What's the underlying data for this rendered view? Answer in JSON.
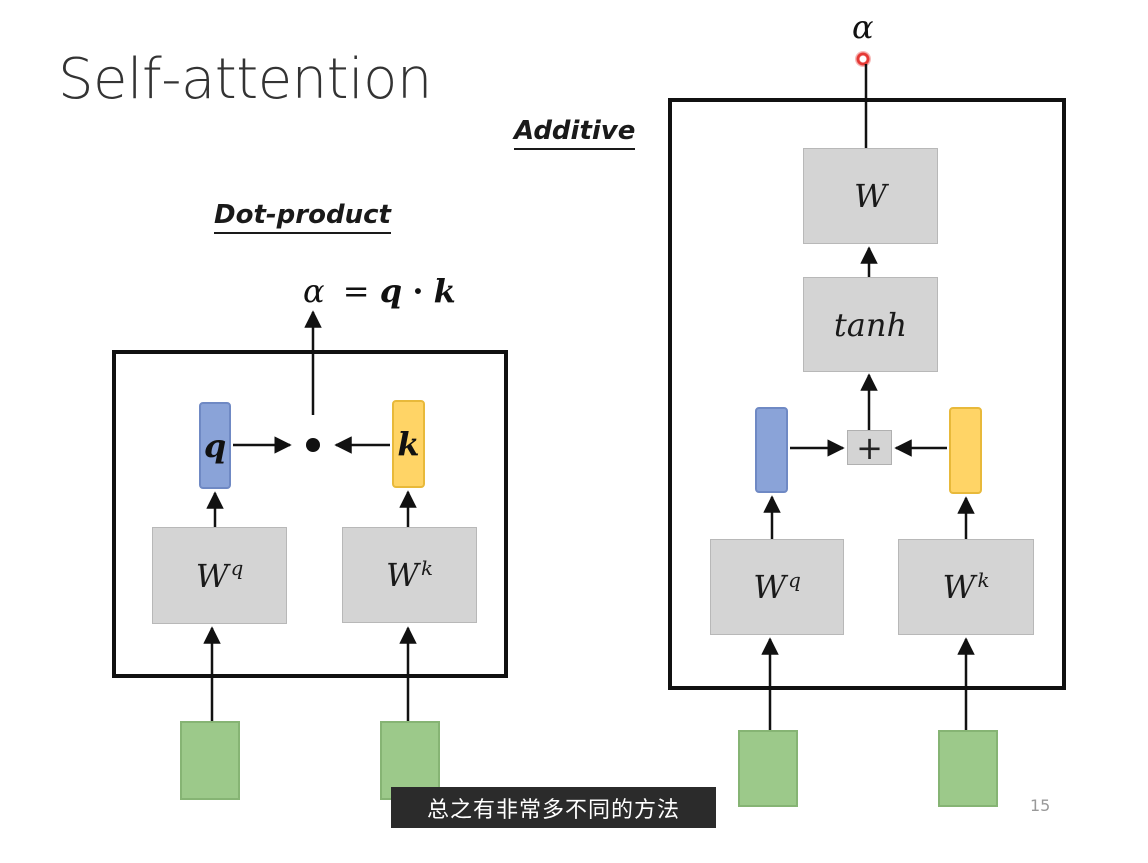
{
  "slide": {
    "title": "Self-attention",
    "page_number": "15",
    "subtitle": "总之有非常多不同的方法"
  },
  "dot_product": {
    "label": "Dot-product",
    "equation": {
      "alpha": "α",
      "equals": "=",
      "q": "q",
      "dot": "·",
      "k": "k"
    },
    "wq": {
      "base": "W",
      "sup": "q"
    },
    "wk": {
      "base": "W",
      "sup": "k"
    },
    "q_vector": "q",
    "k_vector": "k"
  },
  "additive": {
    "label": "Additive",
    "alpha": "α",
    "w": "W",
    "tanh": "tanh",
    "plus": "+",
    "wq": {
      "base": "W",
      "sup": "q"
    },
    "wk": {
      "base": "W",
      "sup": "k"
    }
  },
  "colors": {
    "query": "#8aa3d8",
    "key": "#ffd466",
    "input": "#9cc98a",
    "weight_box": "#d4d4d4",
    "frame": "#111111"
  }
}
